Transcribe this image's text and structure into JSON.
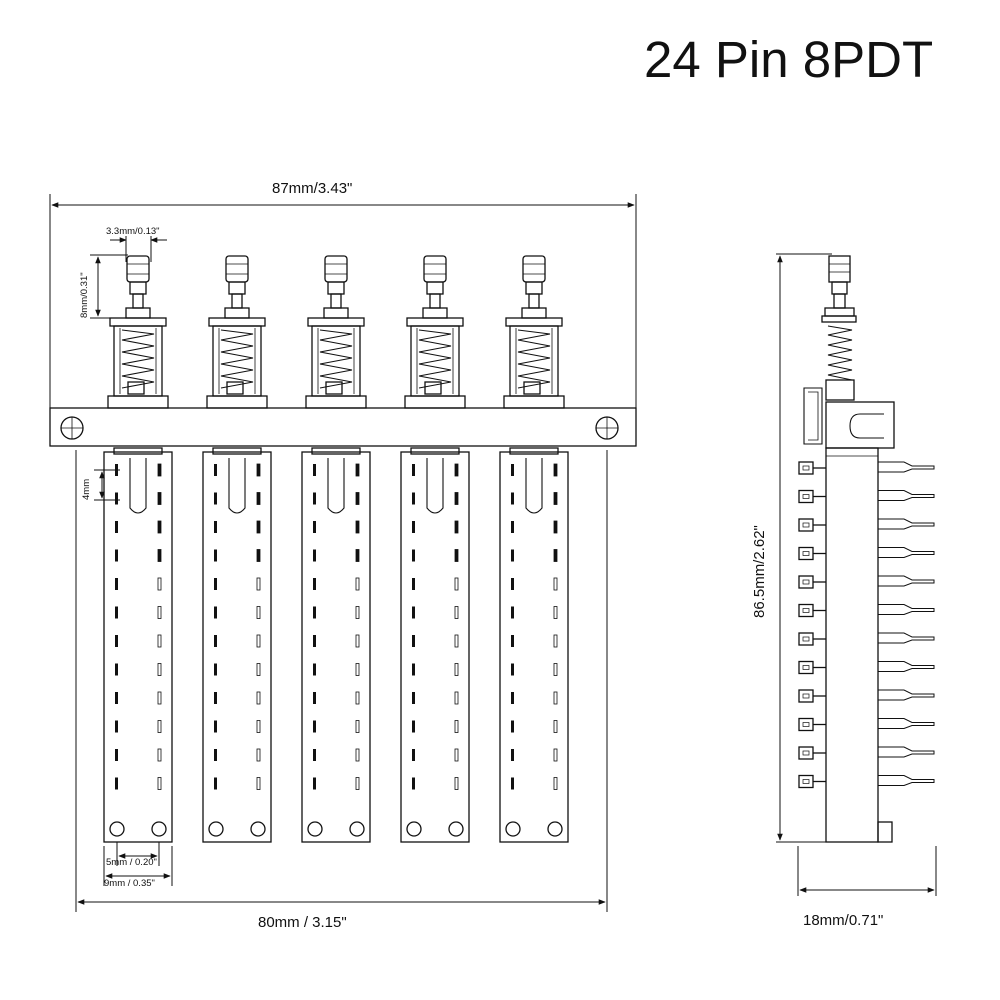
{
  "title": "24 Pin 8PDT",
  "dimensions": {
    "overall_width": "87mm/3.43\"",
    "mounting_width": "80mm / 3.15\"",
    "height": "86.5mm/2.62\"",
    "depth": "18mm/0.71\"",
    "stem_width": "3.3mm/0.13\"",
    "stem_height": "8mm/0.31\"",
    "pin_pitch": "4mm",
    "hole_spacing": "5mm / 0.20\"",
    "body_width": "9mm / 0.35\""
  },
  "line_color": "#111111",
  "background": "#ffffff",
  "diagram": {
    "front_view": {
      "switch_count": 5,
      "pins_per_column": 12,
      "mounting_holes": 2
    },
    "side_view": {
      "terminals": 12
    }
  }
}
